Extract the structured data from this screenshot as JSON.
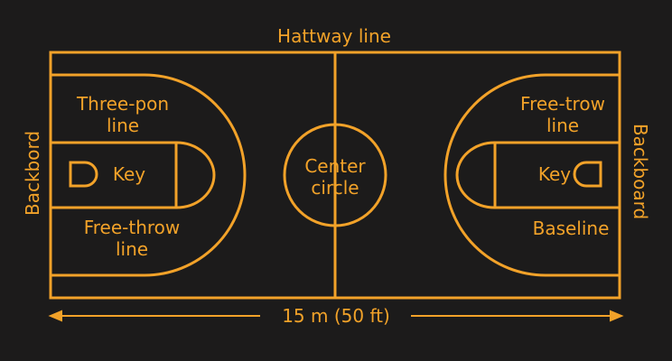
{
  "colors": {
    "background": "#1c1b1b",
    "lines": "#f2a229"
  },
  "labels": {
    "top": "Hattway line",
    "left_side": "Backbord",
    "right_side": "Backboard",
    "left_top_line1": "Three-pon",
    "left_top_line2": "line",
    "left_key": "Key",
    "left_bottom_line1": "Free-throw",
    "left_bottom_line2": "line",
    "center_line1": "Center",
    "center_line2": "circle",
    "right_top_line1": "Free-trow",
    "right_top_line2": "line",
    "right_key": "Key",
    "right_bottom": "Baseline",
    "dimension": "15 m (50 ft)"
  }
}
